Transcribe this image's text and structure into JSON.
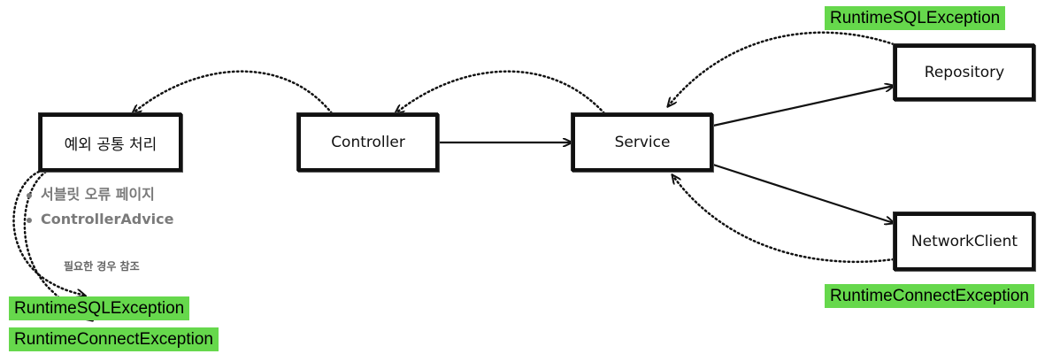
{
  "nodes": {
    "exception_handler": "예외 공통 처리",
    "controller": "Controller",
    "service": "Service",
    "repository": "Repository",
    "network_client": "NetworkClient"
  },
  "labels": {
    "top_right": "RuntimeSQLException",
    "bottom_right": "RuntimeConnectException",
    "bottom_left_sql": "RuntimeSQLException",
    "bottom_left_connect": "RuntimeConnectException"
  },
  "handler_options": [
    "서블릿 오류 페이지",
    "ControllerAdvice"
  ],
  "note": "필요한 경우 참조",
  "colors": {
    "highlight": "#66d84c",
    "border": "#111111",
    "muted": "#7a7a7a"
  }
}
